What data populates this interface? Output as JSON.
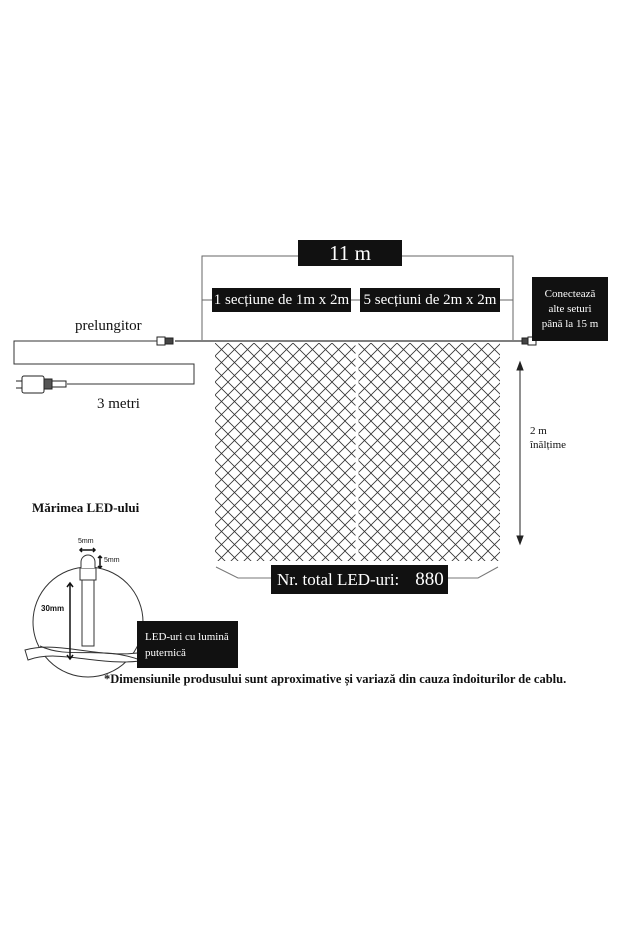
{
  "diagram": {
    "total_length": "11 m",
    "section_1": "1 secțiune de 1m x 2m",
    "section_2": "5 secțiuni de 2m x 2m",
    "connect_note": [
      "Conectează",
      "alte seturi",
      "până la 15 m"
    ],
    "extension_label": "prelungitor",
    "extension_length": "3 metri",
    "height_label": [
      "2 m",
      "înălțime"
    ],
    "total_leds_label": "Nr. total LED-uri:",
    "total_leds_value": "880",
    "led_size_title": "Mărimea LED-ului",
    "led_width": "5mm",
    "led_tip_height": "5mm",
    "led_height": "30mm",
    "led_note": [
      "LED-uri cu lumină",
      "puternică"
    ],
    "footnote": "*Dimensiunile produsului sunt aproximative și variază din cauza îndoiturilor de cablu."
  }
}
